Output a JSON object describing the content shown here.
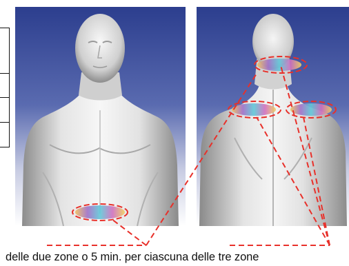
{
  "caption": "delle due zone o 5 min. per ciascuna delle tre zone",
  "figure": {
    "front_view": "front-body-view",
    "back_view": "back-body-view"
  },
  "colors": {
    "background_top": "#2c3e8e",
    "background_bottom": "#ffffff",
    "skin_light": "#f2f2f2",
    "skin_shadow": "#9a9a9a",
    "dashed_line": "#e8302a"
  }
}
